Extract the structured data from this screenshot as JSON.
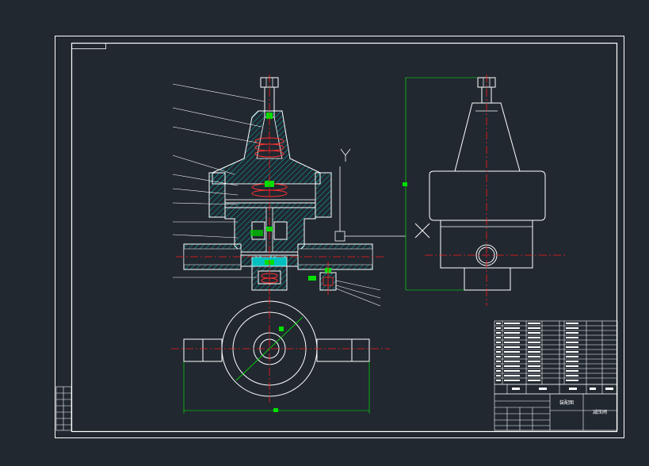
{
  "drawing": {
    "title_block": {
      "name": "装配图",
      "drawing_no": "减压阀",
      "rows": 15
    },
    "view_label_y": "Y",
    "colors": {
      "background": "#212830",
      "line": "#ffffff",
      "center": "#ff1a1a",
      "dimension": "#00ff00",
      "hatch": "#00e0e0"
    }
  }
}
